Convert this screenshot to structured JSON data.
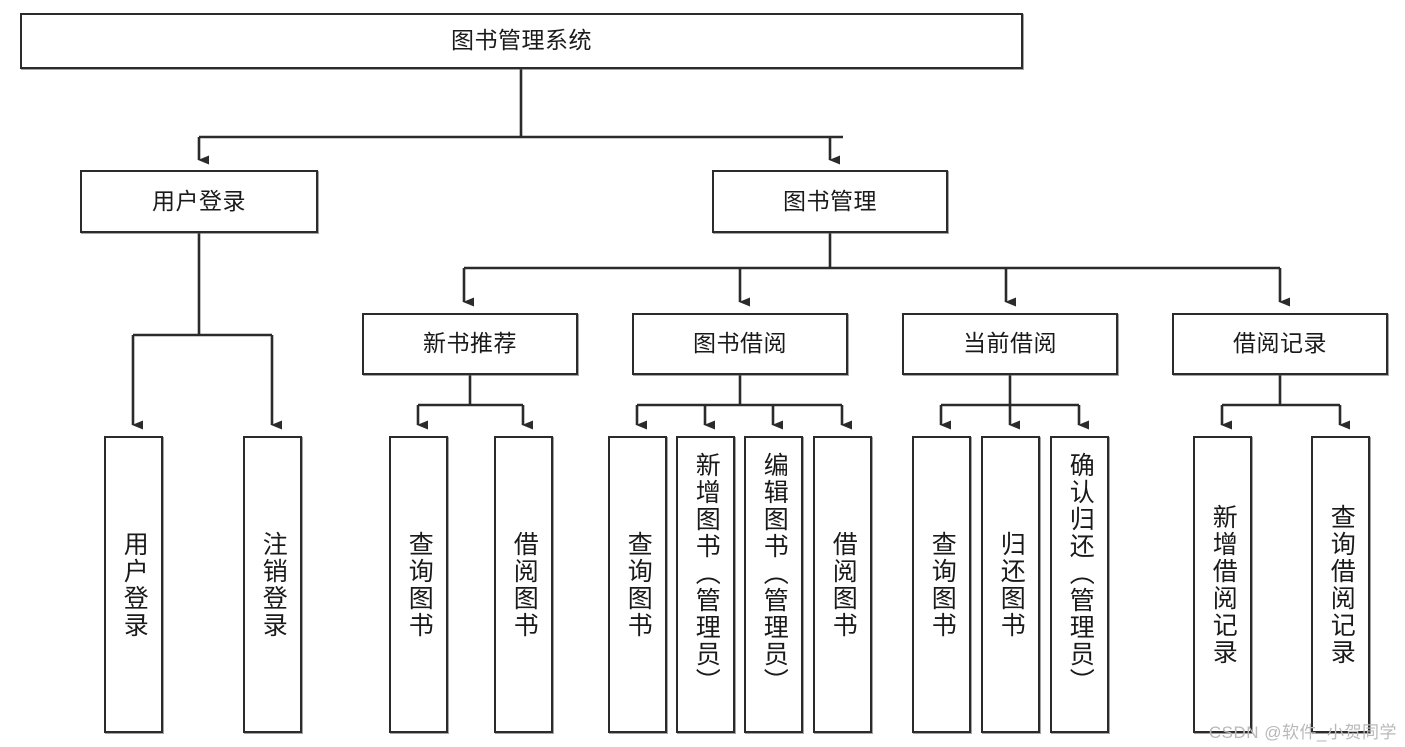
{
  "diagram": {
    "title": "图书管理系统",
    "type": "tree",
    "watermark": "CSDN @软件_小贺同学",
    "colors": {
      "node_border": "#2b2b2b",
      "node_fill": "#ffffff",
      "edge": "#2b2b2b",
      "text": "#1a1a1a",
      "watermark": "#b9b9b9"
    },
    "levels": [
      {
        "level": 0,
        "nodes": [
          {
            "id": "root",
            "label": "图书管理系统",
            "orientation": "horizontal"
          }
        ]
      },
      {
        "level": 1,
        "nodes": [
          {
            "id": "login",
            "label": "用户登录",
            "orientation": "horizontal",
            "parent": "root"
          },
          {
            "id": "bookmgmt",
            "label": "图书管理",
            "orientation": "horizontal",
            "parent": "root"
          }
        ]
      },
      {
        "level": 2,
        "nodes": [
          {
            "id": "newbook",
            "label": "新书推荐",
            "orientation": "horizontal",
            "parent": "bookmgmt"
          },
          {
            "id": "borrow",
            "label": "图书借阅",
            "orientation": "horizontal",
            "parent": "bookmgmt"
          },
          {
            "id": "current",
            "label": "当前借阅",
            "orientation": "horizontal",
            "parent": "bookmgmt"
          },
          {
            "id": "record",
            "label": "借阅记录",
            "orientation": "horizontal",
            "parent": "bookmgmt"
          }
        ]
      },
      {
        "level": 3,
        "nodes": [
          {
            "id": "leaf-user-login",
            "label": "用户登录",
            "orientation": "vertical",
            "parent": "login"
          },
          {
            "id": "leaf-user-logout",
            "label": "注销登录",
            "orientation": "vertical",
            "parent": "login"
          },
          {
            "id": "leaf-query-book-1",
            "label": "查询图书",
            "orientation": "vertical",
            "parent": "newbook"
          },
          {
            "id": "leaf-borrow-book-1",
            "label": "借阅图书",
            "orientation": "vertical",
            "parent": "newbook"
          },
          {
            "id": "leaf-query-book-2",
            "label": "查询图书",
            "orientation": "vertical",
            "parent": "borrow"
          },
          {
            "id": "leaf-add-book",
            "label": "新增图书（管理员）",
            "orientation": "vertical",
            "parent": "borrow"
          },
          {
            "id": "leaf-edit-book",
            "label": "编辑图书（管理员）",
            "orientation": "vertical",
            "parent": "borrow"
          },
          {
            "id": "leaf-borrow-book-2",
            "label": "借阅图书",
            "orientation": "vertical",
            "parent": "borrow"
          },
          {
            "id": "leaf-query-book-3",
            "label": "查询图书",
            "orientation": "vertical",
            "parent": "current"
          },
          {
            "id": "leaf-return-book",
            "label": "归还图书",
            "orientation": "vertical",
            "parent": "current"
          },
          {
            "id": "leaf-confirm-return",
            "label": "确认归还（管理员）",
            "orientation": "vertical",
            "parent": "current"
          },
          {
            "id": "leaf-add-record",
            "label": "新增借阅记录",
            "orientation": "vertical",
            "parent": "record"
          },
          {
            "id": "leaf-query-record",
            "label": "查询借阅记录",
            "orientation": "vertical",
            "parent": "record"
          }
        ]
      }
    ]
  }
}
